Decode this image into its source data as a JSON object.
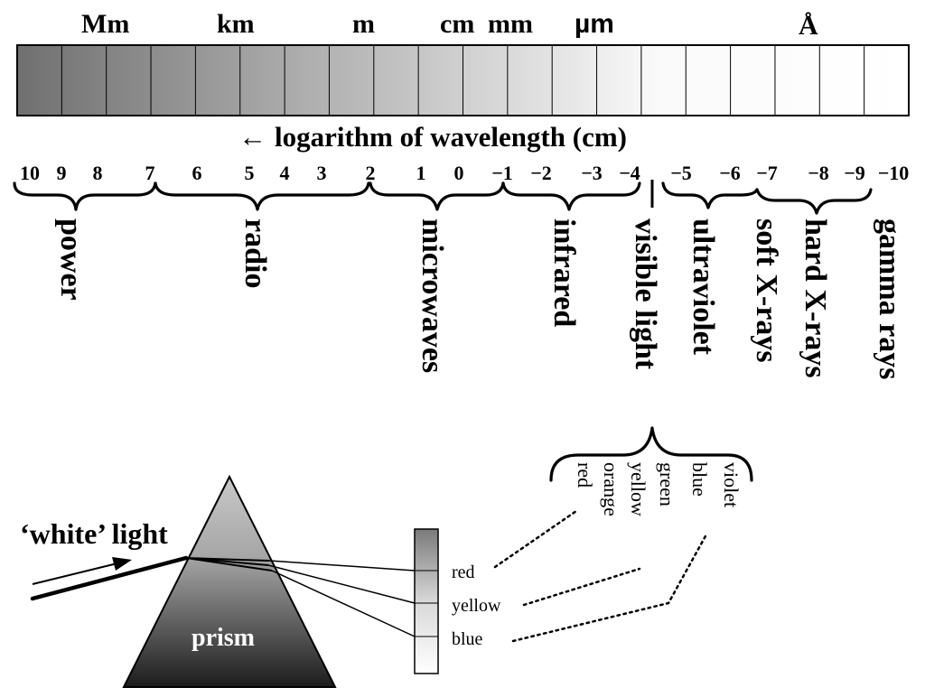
{
  "units": {
    "Mm": "Mm",
    "km": "km",
    "m": "m",
    "cm": "cm",
    "mm": "mm",
    "um": "µm",
    "angstrom": "Å"
  },
  "axis": {
    "arrow": "←",
    "label": "logarithm of wavelength (cm)"
  },
  "ticks": [
    "10",
    "9",
    "8",
    "7",
    "6",
    "5",
    "4",
    "3",
    "2",
    "1",
    "0",
    "−1",
    "−2",
    "−3",
    "−4",
    "−5",
    "−6",
    "−7",
    "−8",
    "−9",
    "−10"
  ],
  "bands": {
    "power": "power",
    "radio": "radio",
    "microwaves": "microwaves",
    "infrared": "infrared",
    "visible": "visible light",
    "ultraviolet": "ultraviolet",
    "soft_xrays": "soft X-rays",
    "hard_xrays": "hard X-rays",
    "gamma": "gamma rays"
  },
  "visible_colors": [
    "red",
    "orange",
    "yellow",
    "green",
    "blue",
    "violet"
  ],
  "prism_section": {
    "incoming": "‘white’ light",
    "prism_label": "prism",
    "screen_labels": [
      "red",
      "yellow",
      "blue"
    ]
  },
  "colors": {
    "spectrum_dark": "#707070",
    "spectrum_light": "#ffffff",
    "prism_top": "#c8c8c8",
    "prism_bottom": "#1c1c1c"
  }
}
